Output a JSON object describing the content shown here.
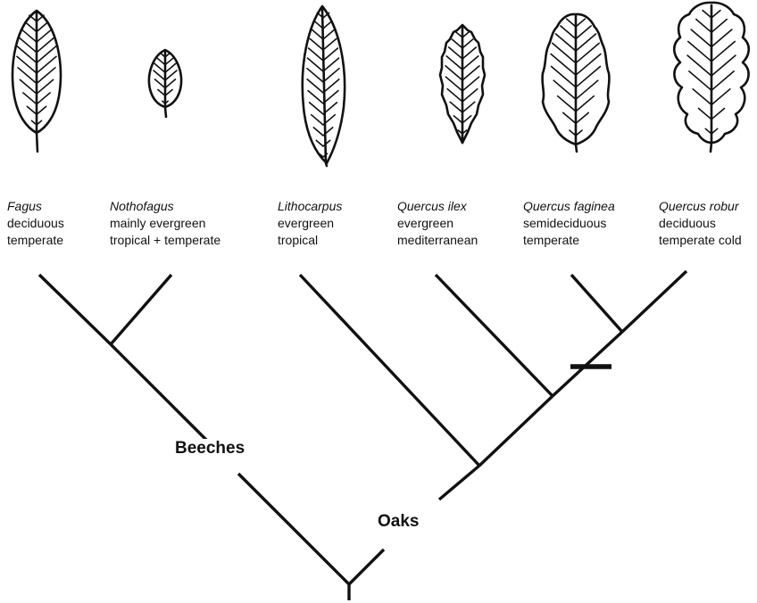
{
  "colors": {
    "stroke": "#111111",
    "background": "#ffffff"
  },
  "taxa": [
    {
      "name": "Fagus",
      "habit": "deciduous",
      "climate": "temperate",
      "leaf": "beech-leaf-icon"
    },
    {
      "name": "Nothofagus",
      "habit": "mainly evergreen",
      "climate": "tropical + temperate",
      "leaf": "small-beech-leaf-icon"
    },
    {
      "name": "Lithocarpus",
      "habit": "evergreen",
      "climate": "tropical",
      "leaf": "lanceolate-leaf-icon"
    },
    {
      "name": "Quercus ilex",
      "habit": "evergreen",
      "climate": "mediterranean",
      "leaf": "toothed-leaf-icon"
    },
    {
      "name": "Quercus faginea",
      "habit": "semideciduous",
      "climate": "temperate",
      "leaf": "wavy-leaf-icon"
    },
    {
      "name": "Quercus robur",
      "habit": "deciduous",
      "climate": "temperate cold",
      "leaf": "lobed-oak-leaf-icon"
    }
  ],
  "clades": {
    "beeches": "Beeches",
    "oaks": "Oaks"
  }
}
